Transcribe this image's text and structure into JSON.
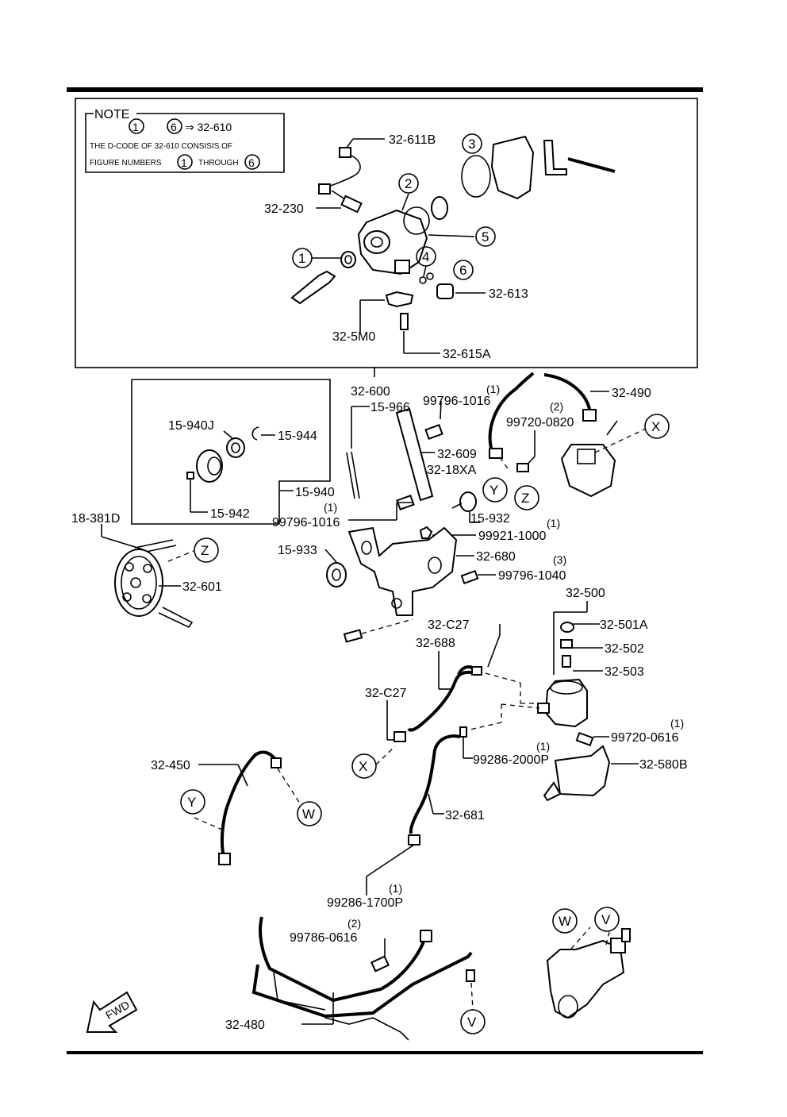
{
  "note": {
    "title": "NOTE",
    "line1_left": "1",
    "line1_right": "6",
    "line1_target": "⇒ 32-610",
    "line2": "THE D-CODE OF   32-610  CONSISIS OF",
    "line3_a": "FIGURE NUMBERS",
    "line3_b": "1",
    "line3_c": "THROUGH",
    "line3_d": "6"
  },
  "labels": {
    "p32_611B": "32-611B",
    "p32_230": "32-230",
    "p32_613": "32-613",
    "p32_5M0": "32-5M0",
    "p32_615A": "32-615A",
    "p32_600": "32-600",
    "p15_940J": "15-940J",
    "p15_944": "15-944",
    "p15_940": "15-940",
    "p15_942": "15-942",
    "p15_966": "15-966",
    "p99796_1016a": "99796-1016",
    "p99796_1016a_qty": "(1)",
    "p99796_1016b": "99796-1016",
    "p99796_1016b_qty": "(1)",
    "p32_609": "32-609",
    "p32_18XA": "32-18XA",
    "p99720_0820": "99720-0820",
    "p99720_0820_qty": "(2)",
    "p32_490": "32-490",
    "p15_932": "15-932",
    "p18_381D": "18-381D",
    "p32_601": "32-601",
    "p99921_1000": "99921-1000",
    "p99921_1000_qty": "(1)",
    "p15_933": "15-933",
    "p32_680": "32-680",
    "p99796_1040": "99796-1040",
    "p99796_1040_qty": "(3)",
    "p32_500": "32-500",
    "p32_501A": "32-501A",
    "p32_502": "32-502",
    "p32_503": "32-503",
    "p32_C27a": "32-C27",
    "p32_688": "32-688",
    "p32_C27b": "32-C27",
    "p99720_0616": "99720-0616",
    "p99720_0616_qty": "(1)",
    "p99286_2000P": "99286-2000P",
    "p99286_2000P_qty": "(1)",
    "p32_580B": "32-580B",
    "p32_450": "32-450",
    "p32_681": "32-681",
    "p99286_1700P": "99286-1700P",
    "p99286_1700P_qty": "(1)",
    "p99786_0616": "99786-0616",
    "p99786_0616_qty": "(2)",
    "p32_480": "32-480",
    "fwd": "FWD"
  },
  "callouts": {
    "c1": "1",
    "c2": "2",
    "c3": "3",
    "c4": "4",
    "c5": "5",
    "c6": "6",
    "X": "X",
    "Y": "Y",
    "Z": "Z",
    "W": "W",
    "V": "V"
  }
}
